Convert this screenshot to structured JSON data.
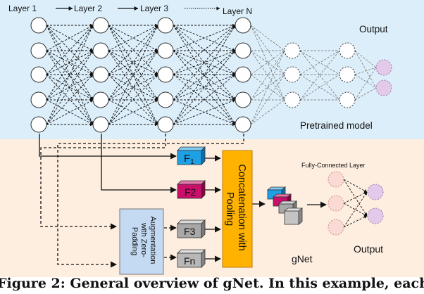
{
  "layers": {
    "layer1": "Layer 1",
    "layer2": "Layer 2",
    "layer3": "Layer 3",
    "layerN": "Layer N"
  },
  "labels": {
    "output_top": "Output",
    "pretrained": "Pretrained model",
    "concat": "Concatenation with Pooling",
    "augmentation": "Augmentation with Zero-Padding",
    "fc_layer": "Fully-Connected Layer",
    "gnet": "gNet",
    "output_bottom": "Output"
  },
  "features": {
    "f1": {
      "base": "F",
      "sub": "1",
      "color": "#1ea0e6"
    },
    "f2": {
      "base": "F2",
      "color": "#c8106a"
    },
    "f3": {
      "base": "F3",
      "color": "#a8a8a8"
    },
    "fn": {
      "base": "Fn",
      "color": "#b8b8b8"
    }
  },
  "colors": {
    "top_bg": "#dceef9",
    "bottom_bg": "#fdeee0",
    "concat_fill": "#ffb300",
    "output_node": "#e3c9ea",
    "fc_node": "#fbd9d4"
  },
  "caption": "Figure 2: General overview of gNet. In this example, each"
}
